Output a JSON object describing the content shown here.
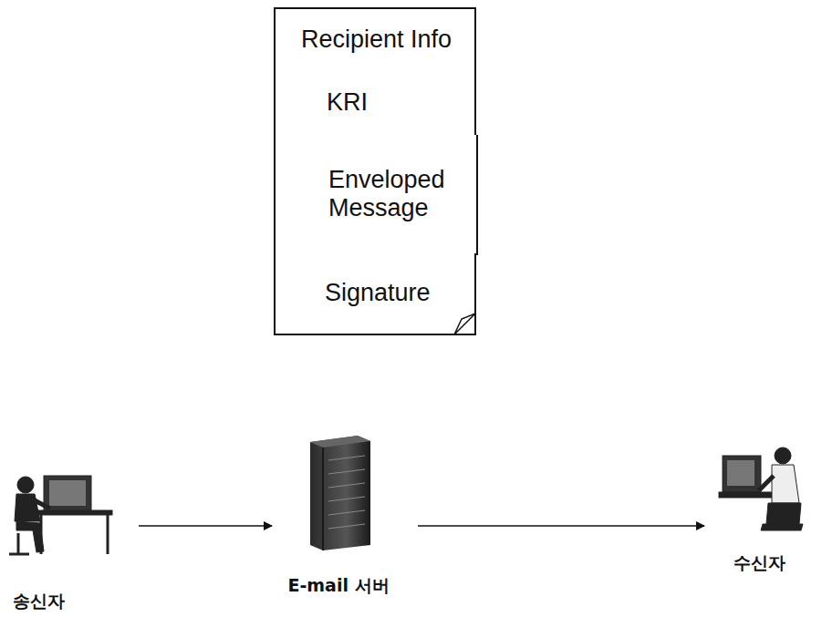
{
  "diagram": {
    "nodes": [
      {
        "text": [
          "Recipient Info"
        ]
      },
      {
        "text": [
          "KRI"
        ]
      },
      {
        "text": [
          "Enveloped Message"
        ]
      },
      {
        "text": [
          "Signature"
        ]
      },
      {
        "text": [
          "송신자"
        ]
      },
      {
        "text": [
          "E-mail 서버"
        ]
      },
      {
        "text": [
          "수신자"
        ]
      }
    ],
    "edges": [
      {
        "from": 4,
        "to": 5,
        "arrow": "to"
      },
      {
        "from": 5,
        "to": 6,
        "arrow": "to"
      }
    ]
  }
}
